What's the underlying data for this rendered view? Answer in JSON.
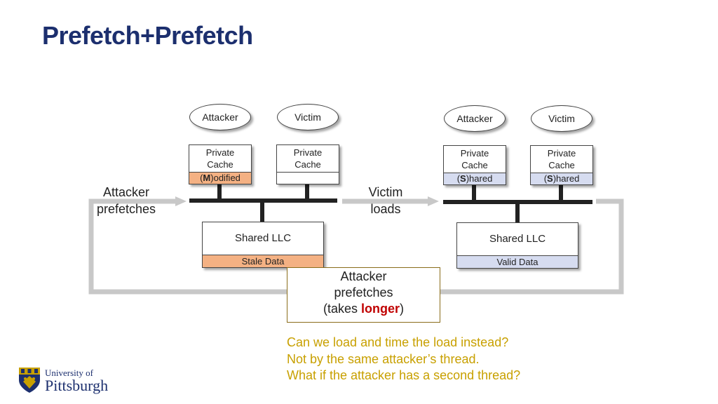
{
  "title": "Prefetch+Prefetch",
  "left": {
    "attacker": "Attacker",
    "victim": "Victim",
    "attacker_cache_name": [
      "Private",
      "Cache"
    ],
    "attacker_cache_state_prefix": "(",
    "attacker_cache_state_letter": "M",
    "attacker_cache_state_suffix": ")odified",
    "victim_cache_name": [
      "Private",
      "Cache"
    ],
    "llc_name": "Shared LLC",
    "llc_state": "Stale Data"
  },
  "right": {
    "attacker": "Attacker",
    "victim": "Victim",
    "attacker_cache_name": [
      "Private",
      "Cache"
    ],
    "attacker_cache_state_prefix": "(",
    "attacker_cache_state_letter": "S",
    "attacker_cache_state_suffix": ")hared",
    "victim_cache_name": [
      "Private",
      "Cache"
    ],
    "victim_cache_state_prefix": "(",
    "victim_cache_state_letter": "S",
    "victim_cache_state_suffix": ")hared",
    "llc_name": "Shared LLC",
    "llc_state": "Valid Data"
  },
  "labels": {
    "attacker_prefetches": [
      "Attacker",
      "prefetches"
    ],
    "victim_loads": [
      "Victim",
      "loads"
    ]
  },
  "callout": {
    "line1": "Attacker",
    "line2": "prefetches",
    "line3_prefix": "(takes ",
    "line3_highlight": "longer",
    "line3_suffix": ")"
  },
  "notes": [
    "Can we load and time the load instead?",
    "Not by the same attacker’s thread.",
    "What if the attacker has a second thread?"
  ],
  "logo": {
    "line1": "University of",
    "line2": "Pittsburgh"
  },
  "colors": {
    "title": "#1c2f6e",
    "modified": "#f4b183",
    "shared": "#d6dcf0",
    "stale": "#f4b183",
    "valid": "#d6dcf0",
    "highlight": "#c00000",
    "note": "#c8a000",
    "arrow": "#c8c8c8"
  }
}
